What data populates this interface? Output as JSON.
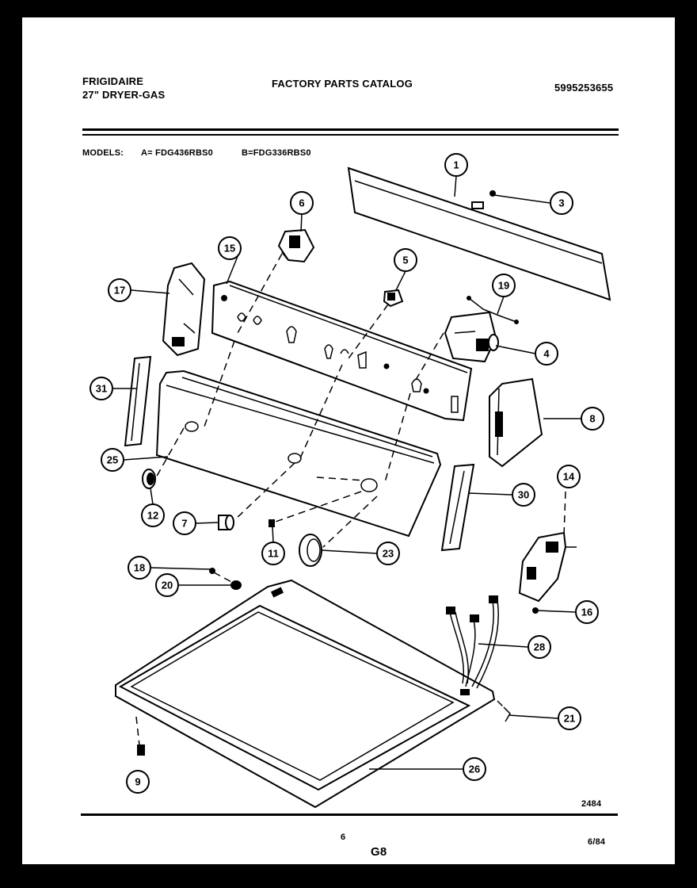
{
  "header": {
    "brand": "FRIGIDAIRE",
    "product": "27\" DRYER-GAS",
    "catalog_title": "FACTORY PARTS CATALOG",
    "catalog_number": "5995253655",
    "models_label": "MODELS:",
    "model_a": "A= FDG436RBS0",
    "model_b": "B=FDG336RBS0"
  },
  "callouts": [
    "1",
    "3",
    "6",
    "15",
    "5",
    "17",
    "19",
    "4",
    "31",
    "8",
    "25",
    "14",
    "30",
    "12",
    "7",
    "11",
    "23",
    "18",
    "20",
    "16",
    "28",
    "21",
    "26",
    "9"
  ],
  "footer": {
    "drawing_number": "2484",
    "page_number": "6",
    "section_code": "G8",
    "date": "6/84"
  }
}
